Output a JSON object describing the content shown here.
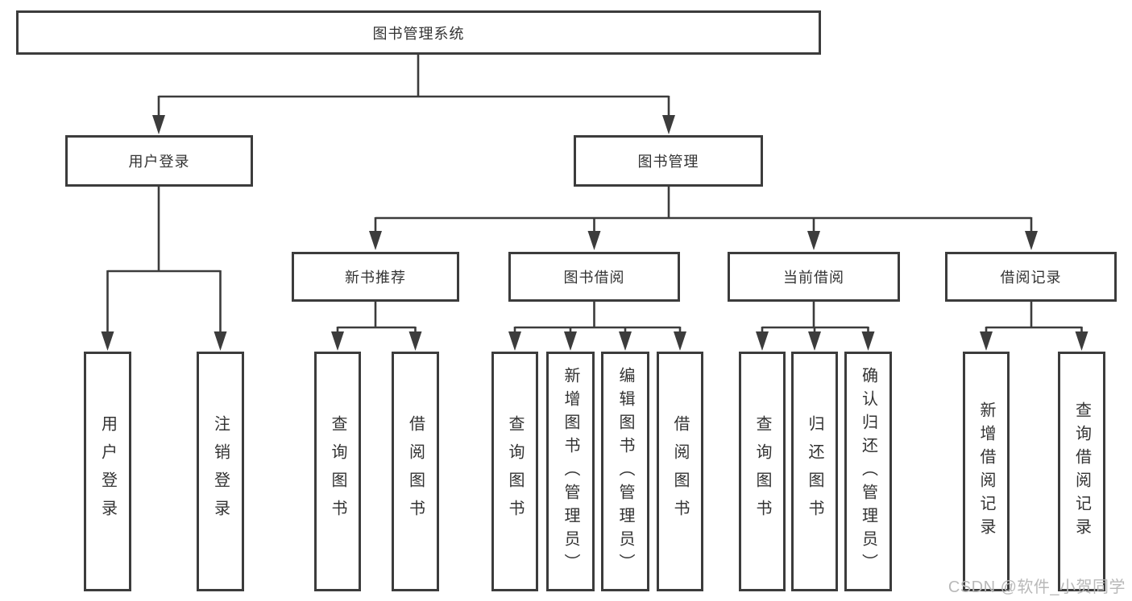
{
  "colors": {
    "line": "#3c3c3c",
    "text": "#333333",
    "watermark_gray": "#b9b9b9",
    "background": "#ffffff"
  },
  "watermark": "CSDN @软件_小贺同学",
  "tree": {
    "root": {
      "label": "图书管理系统"
    },
    "branches": [
      {
        "label": "用户登录",
        "children": [
          {
            "label": "用户登录"
          },
          {
            "label": "注销登录"
          }
        ]
      },
      {
        "label": "图书管理",
        "children": [
          {
            "label": "新书推荐",
            "children": [
              {
                "label": "查询图书"
              },
              {
                "label": "借阅图书"
              }
            ]
          },
          {
            "label": "图书借阅",
            "children": [
              {
                "label": "查询图书"
              },
              {
                "label": "新增图书（管理员）"
              },
              {
                "label": "编辑图书（管理员）"
              },
              {
                "label": "借阅图书"
              }
            ]
          },
          {
            "label": "当前借阅",
            "children": [
              {
                "label": "查询图书"
              },
              {
                "label": "归还图书"
              },
              {
                "label": "确认归还（管理员）"
              }
            ]
          },
          {
            "label": "借阅记录",
            "children": [
              {
                "label": "新增借阅记录"
              },
              {
                "label": "查询借阅记录"
              }
            ]
          }
        ]
      }
    ]
  }
}
